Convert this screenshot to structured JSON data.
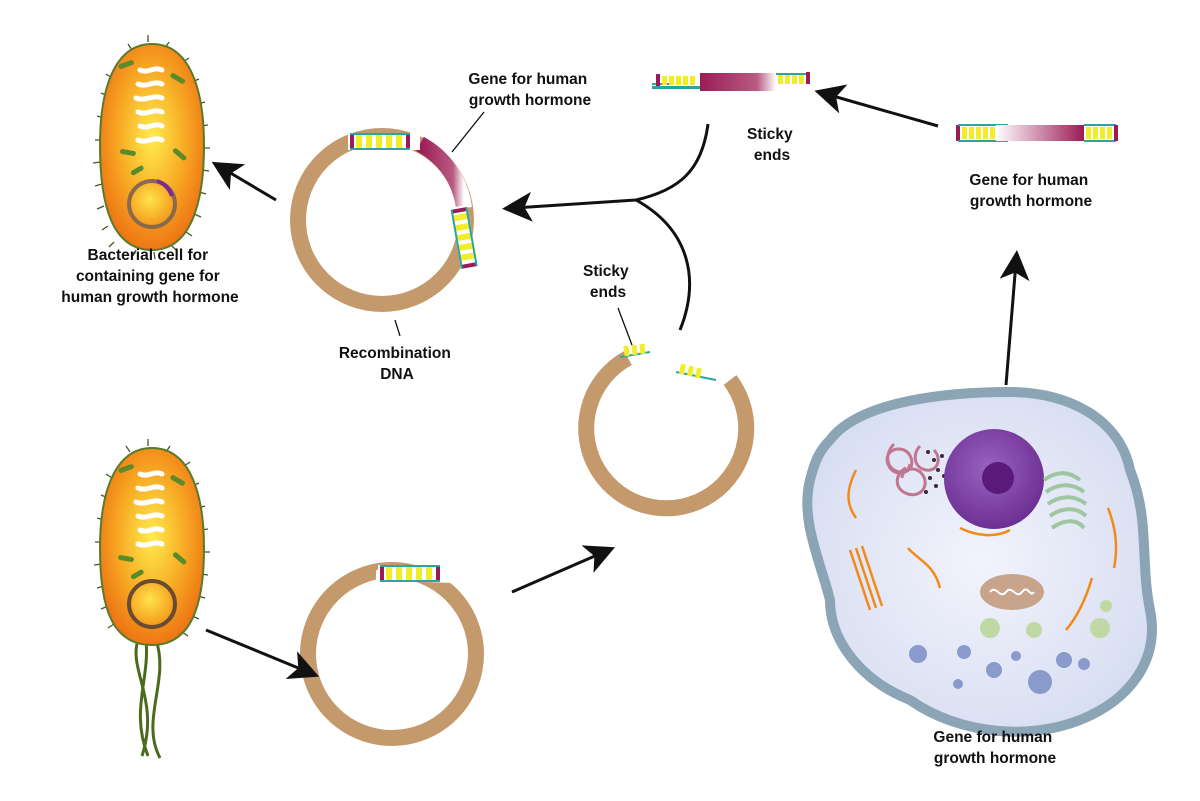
{
  "labels": {
    "bacterial_cell": [
      "Bacterial cell for",
      "containing gene for",
      "human growth hormone"
    ],
    "recombination": [
      "Recombination",
      "DNA"
    ],
    "gene_top": [
      "Gene for human",
      "growth hormone"
    ],
    "sticky_top": [
      "Sticky",
      "ends"
    ],
    "gene_right": [
      "Gene for human",
      "growth hormone"
    ],
    "sticky_mid": [
      "Sticky",
      "ends"
    ],
    "human_cell": [
      "Gene for human",
      "growth hormone"
    ]
  },
  "colors": {
    "plasmid": "#c49a6c",
    "gene_maroon": "#9b1c55",
    "sticky_yellow": "#f3ec2a",
    "sticky_teal": "#2aa6a0",
    "cell_orange": "#f28a1a",
    "cell_yellow": "#ffe94a",
    "cell_membrane": "#8ba4b6",
    "cytoplasm": "#e4e9f7",
    "nucleus": "#7b3fa0",
    "arrow": "#111111"
  }
}
